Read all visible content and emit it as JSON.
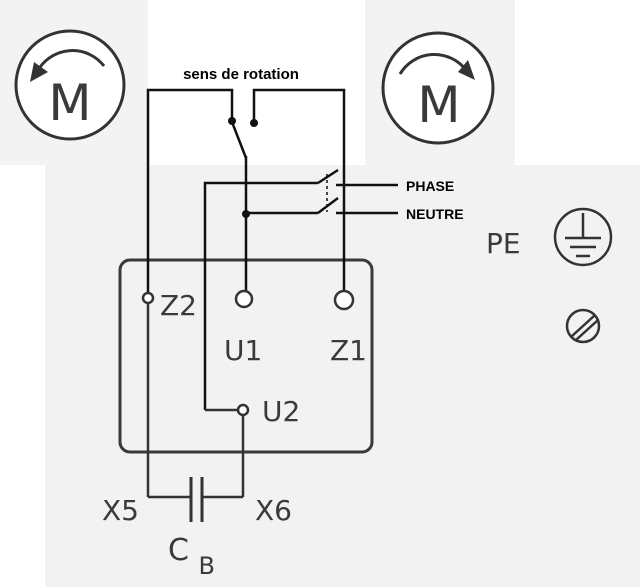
{
  "labels": {
    "rotation": "sens de rotation",
    "phase": "PHASE",
    "neutral": "NEUTRE",
    "protective_earth": "PE",
    "terminal_z2": "Z2",
    "terminal_u1": "U1",
    "terminal_z1": "Z1",
    "terminal_u2": "U2",
    "terminal_x5": "X5",
    "terminal_x6": "X6",
    "capacitor": "C",
    "capacitor_subscript": "B",
    "motor_left": "M",
    "motor_right": "M"
  },
  "icons": {
    "motor_left": "motor-ccw-icon",
    "motor_right": "motor-cw-icon",
    "earth": "earth-ground-icon",
    "earth_screw": "earth-screw-icon"
  },
  "colors": {
    "line": "#333333",
    "wire": "#111111",
    "paper_shade": "#f2f2f2",
    "text": "#000000"
  }
}
